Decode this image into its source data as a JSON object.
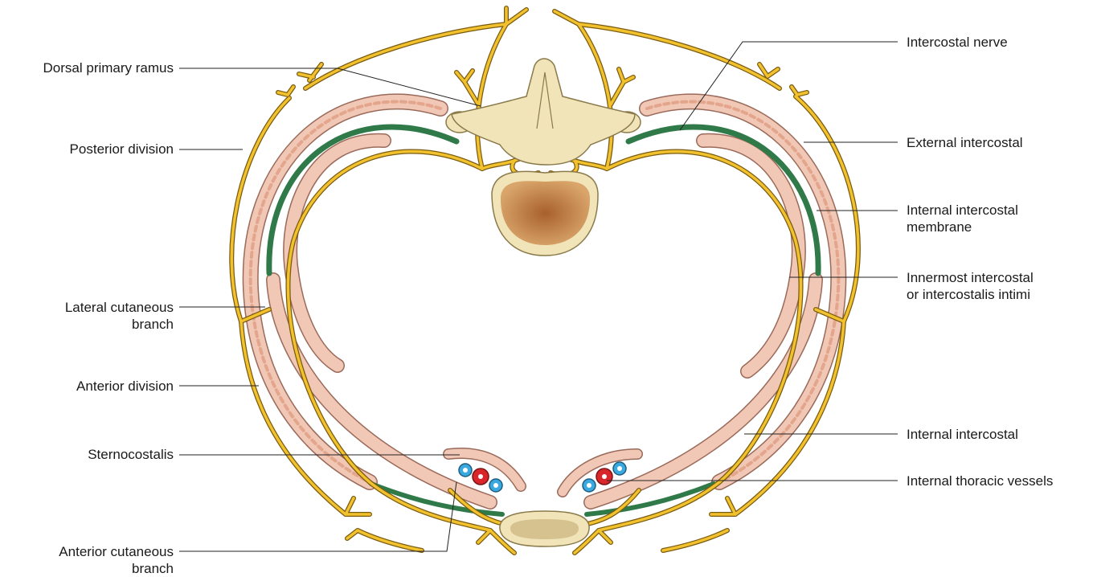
{
  "labels_left": [
    {
      "id": "dorsal-primary-ramus",
      "lines": [
        "Dorsal primary ramus"
      ]
    },
    {
      "id": "posterior-division",
      "lines": [
        "Posterior division"
      ]
    },
    {
      "id": "lateral-cutaneous-branch",
      "lines": [
        "Lateral cutaneous",
        "branch"
      ]
    },
    {
      "id": "anterior-division",
      "lines": [
        "Anterior division"
      ]
    },
    {
      "id": "sternocostalis",
      "lines": [
        "Sternocostalis"
      ]
    },
    {
      "id": "anterior-cutaneous-branch",
      "lines": [
        "Anterior cutaneous",
        "branch"
      ]
    }
  ],
  "labels_right": [
    {
      "id": "intercostal-nerve",
      "lines": [
        "Intercostal nerve"
      ]
    },
    {
      "id": "external-intercostal",
      "lines": [
        "External intercostal"
      ]
    },
    {
      "id": "internal-intercostal-membrane",
      "lines": [
        "Internal intercostal",
        "membrane"
      ]
    },
    {
      "id": "innermost-intercostal",
      "lines": [
        "Innermost intercostal",
        "or intercostalis intimi"
      ]
    },
    {
      "id": "internal-intercostal",
      "lines": [
        "Internal intercostal"
      ]
    },
    {
      "id": "internal-thoracic-vessels",
      "lines": [
        "Internal thoracic vessels"
      ]
    }
  ],
  "colors": {
    "nerve": "#f2c22e",
    "nerve_outline": "#7a5a10",
    "muscle": "#f1c7b5",
    "muscle_outline": "#9a6a5a",
    "membrane": "#2f7a48",
    "bone": "#f0e4b8",
    "bone_outline": "#8a7a4a",
    "marrow": "#b5743a",
    "artery": "#d8262b",
    "vein": "#3aa9e0",
    "leader": "#222222"
  }
}
